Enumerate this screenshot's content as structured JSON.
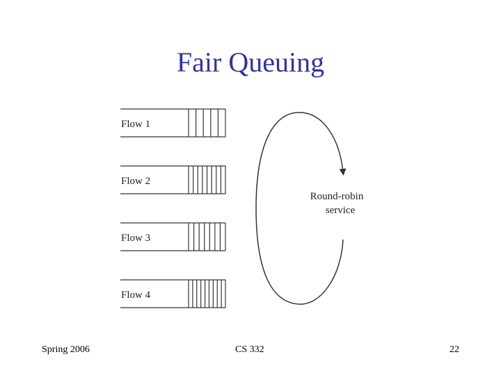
{
  "slide": {
    "title": "Fair Queuing"
  },
  "diagram": {
    "flows": [
      {
        "label": "Flow 1",
        "slots": 5
      },
      {
        "label": "Flow 2",
        "slots": 8
      },
      {
        "label": "Flow 3",
        "slots": 7
      },
      {
        "label": "Flow 4",
        "slots": 9
      }
    ],
    "service_label_line1": "Round-robin",
    "service_label_line2": "service"
  },
  "footer": {
    "left": "Spring 2006",
    "center": "CS 332",
    "right": "22"
  },
  "colors": {
    "title": "#333399",
    "lines": "#333333",
    "text": "#222222"
  }
}
